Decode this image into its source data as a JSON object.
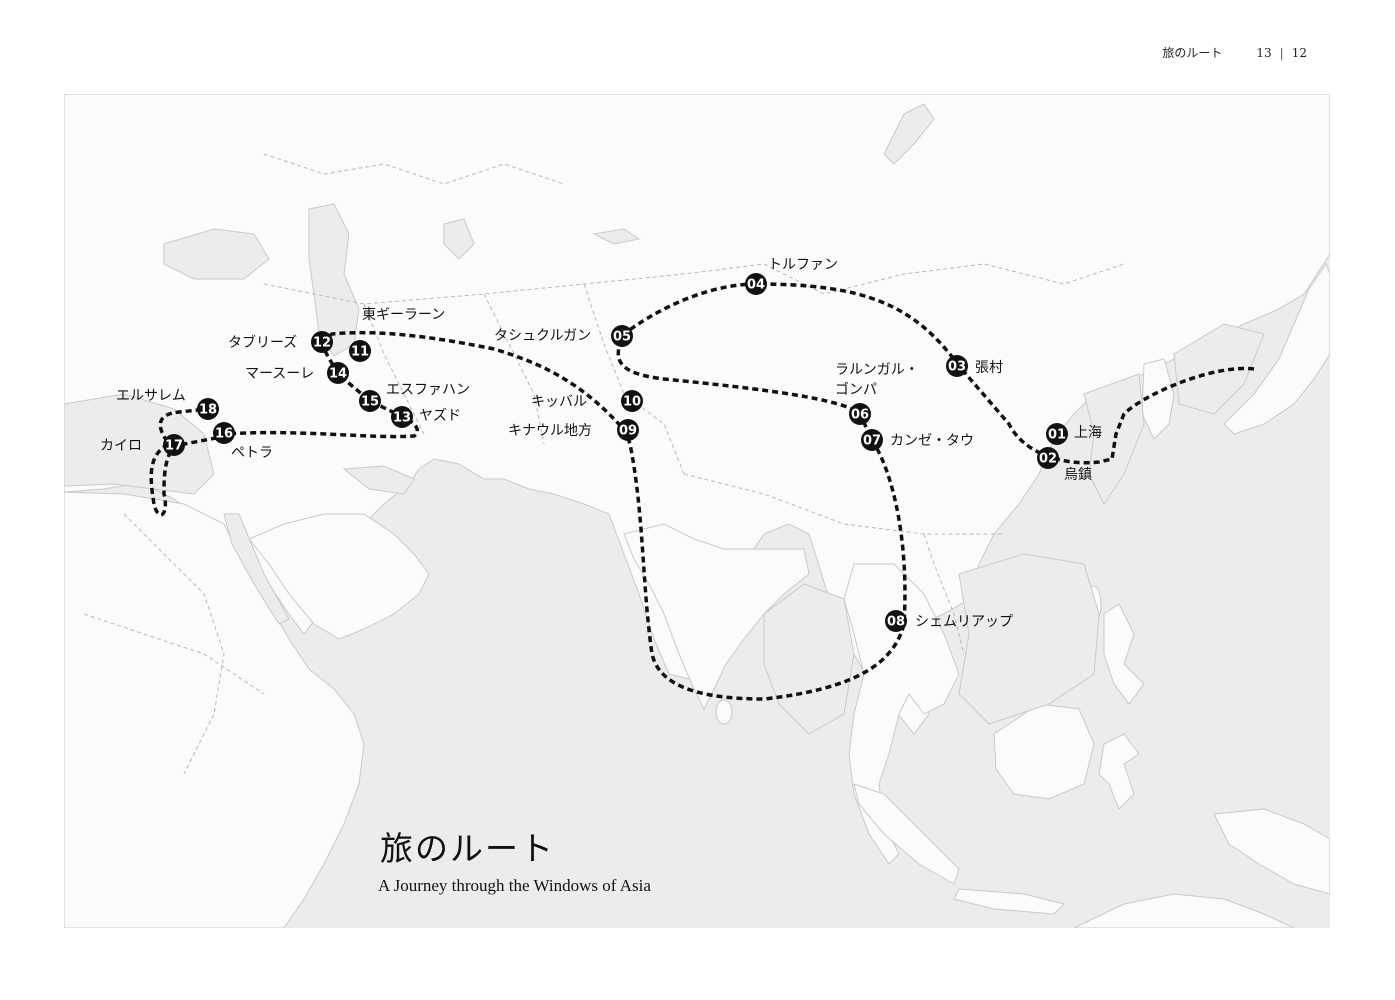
{
  "header": {
    "section": "旅のルート",
    "page_left": "13",
    "separator": "|",
    "page_right": "12"
  },
  "map": {
    "title": "旅のルート",
    "subtitle": "A Journey through the Windows of Asia",
    "colors": {
      "land": "#fbfbfb",
      "sea": "#ececec",
      "route": "#111111",
      "marker": "#111111",
      "border": "#b8b8b8"
    },
    "stops": [
      {
        "num": "01",
        "label": "上海"
      },
      {
        "num": "02",
        "label": "烏鎮"
      },
      {
        "num": "03",
        "label": "張村"
      },
      {
        "num": "04",
        "label": "トルファン"
      },
      {
        "num": "05",
        "label": "タシュクルガン"
      },
      {
        "num": "06",
        "label": "ラルンガル・ゴンパ"
      },
      {
        "num": "07",
        "label": "カンゼ・タウ"
      },
      {
        "num": "08",
        "label": "シェムリアップ"
      },
      {
        "num": "09",
        "label": "キナウル地方"
      },
      {
        "num": "10",
        "label": "キッバル"
      },
      {
        "num": "11",
        "label": "東ギーラーン"
      },
      {
        "num": "12",
        "label": "タブリーズ"
      },
      {
        "num": "13",
        "label": "ヤズド"
      },
      {
        "num": "14",
        "label": "マースーレ"
      },
      {
        "num": "15",
        "label": "エスファハン"
      },
      {
        "num": "16",
        "label": "ペトラ"
      },
      {
        "num": "17",
        "label": "カイロ"
      },
      {
        "num": "18",
        "label": "エルサレム"
      }
    ]
  }
}
